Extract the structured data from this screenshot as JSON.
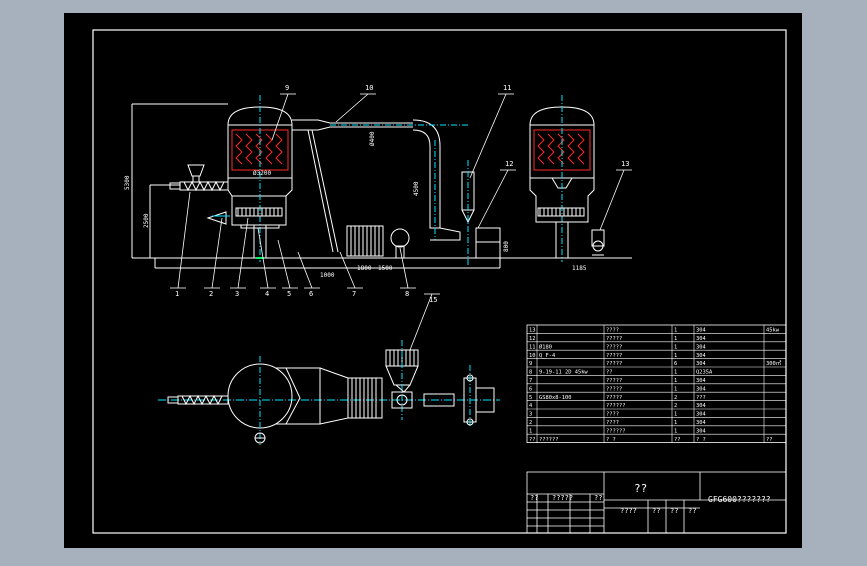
{
  "colors": {
    "background": "#a7b0bd",
    "sheet": "#000000",
    "line": "#ffffff",
    "center_line": "#00e5ff",
    "hatch": "#ff2a2a",
    "accent": "#00ff66"
  },
  "dimensions": {
    "height_5300": "5300",
    "diam_3200": "Ø3200",
    "dia_400": "Ø400",
    "len_4500": "4500",
    "h_2500": "2500",
    "ground_1000": "1000",
    "w_1800": "1800",
    "w_1500": "1500",
    "w_1185": "1185",
    "h_800": "800"
  },
  "callouts": [
    "1",
    "2",
    "3",
    "4",
    "5",
    "6",
    "7",
    "8",
    "9",
    "10",
    "11",
    "12",
    "13",
    "15"
  ],
  "parts_list": {
    "rows": [
      {
        "no": "13",
        "name": "",
        "desc": "????",
        "qty": "1",
        "mat": "304",
        "note": "45kw"
      },
      {
        "no": "12",
        "name": "",
        "desc": "?????",
        "qty": "1",
        "mat": "304",
        "note": ""
      },
      {
        "no": "11",
        "name": "Ø180",
        "desc": "?????",
        "qty": "1",
        "mat": "304",
        "note": ""
      },
      {
        "no": "10",
        "name": "Q_F-4",
        "desc": "?????",
        "qty": "1",
        "mat": "304",
        "note": ""
      },
      {
        "no": "9",
        "name": "",
        "desc": "?????",
        "qty": "6",
        "mat": "304",
        "note": "300㎡"
      },
      {
        "no": "8",
        "name": "9-19-11 2D  45kw",
        "desc": "??",
        "qty": "1",
        "mat": "Q235A",
        "note": ""
      },
      {
        "no": "7",
        "name": "",
        "desc": "?????",
        "qty": "1",
        "mat": "304",
        "note": ""
      },
      {
        "no": "6",
        "name": "",
        "desc": "?????",
        "qty": "1",
        "mat": "304",
        "note": ""
      },
      {
        "no": "5",
        "name": "GS80x8-100",
        "desc": "?????",
        "qty": "2",
        "mat": "???",
        "note": ""
      },
      {
        "no": "4",
        "name": "",
        "desc": "??????",
        "qty": "2",
        "mat": "304",
        "note": ""
      },
      {
        "no": "3",
        "name": "",
        "desc": "????",
        "qty": "1",
        "mat": "304",
        "note": ""
      },
      {
        "no": "2",
        "name": "",
        "desc": "????",
        "qty": "1",
        "mat": "304",
        "note": ""
      },
      {
        "no": "1",
        "name": "",
        "desc": "??????",
        "qty": "1",
        "mat": "304",
        "note": ""
      }
    ],
    "header": {
      "no": "??",
      "name": "??????",
      "desc": "? ?",
      "qty": "??",
      "mat": "? ?",
      "note": "??"
    }
  },
  "title_block": {
    "drawing_title": "??",
    "drawing_no": "GFG600???????",
    "signature_labels": [
      "??",
      "??",
      "?????",
      "?????"
    ],
    "bottom_labels": [
      "????",
      "??",
      "??",
      "??"
    ]
  }
}
